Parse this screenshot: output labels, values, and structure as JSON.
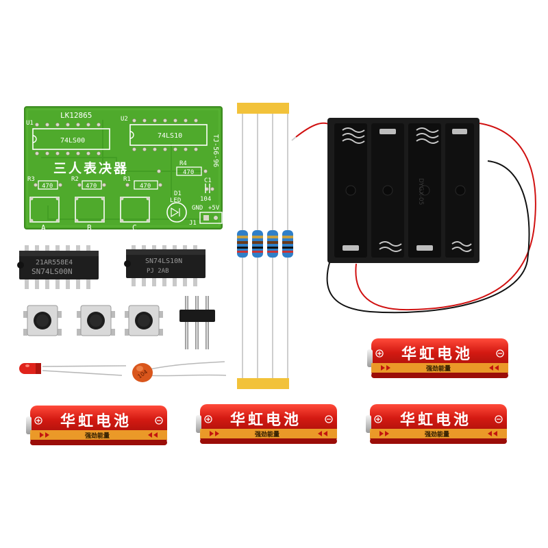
{
  "pcb": {
    "board_id": "LK12865",
    "u1_label": "U1",
    "u2_label": "U2",
    "u1_chip": "74LS00",
    "u2_chip": "74LS10",
    "title": "三人表决器",
    "side_code": "TJ-56-96",
    "r1_label": "R1",
    "r2_label": "R2",
    "r3_label": "R3",
    "r4_label": "R4",
    "resistor_value": "470",
    "c1_label": "C1",
    "c1_value": "104",
    "d1_label": "D1",
    "led_label": "LED",
    "gnd_label": "GND",
    "vcc_label": "+5V",
    "j1_label": "J1",
    "button_a": "A",
    "button_b": "B",
    "button_c": "C"
  },
  "chips": {
    "chip1_line1": "21AR558E4",
    "chip1_line2": "SN74LS00N",
    "chip2_line1": "SN74LS10N",
    "chip2_line2": "PJ 2AB"
  },
  "capacitor": {
    "value": "104"
  },
  "battery_holder": {
    "marking": "DYGX-05"
  },
  "battery": {
    "brand": "华虹电池",
    "slogan": "强劲能量"
  },
  "colors": {
    "pcb_green": "#4faa2c",
    "battery_red": "#c2140f",
    "battery_stripe": "#f2a12a",
    "holder_black": "#1b1b1b",
    "led_red": "#e0231b",
    "capacitor_orange": "#d9561c"
  }
}
